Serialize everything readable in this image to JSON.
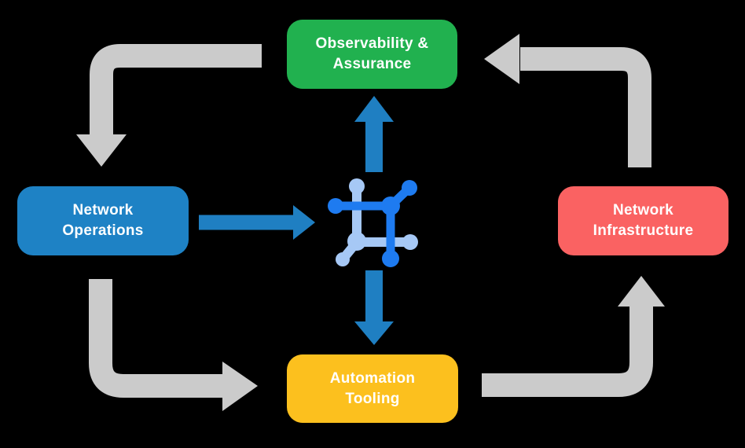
{
  "diagram": {
    "boxes": {
      "observability": {
        "line1": "Observability &",
        "line2": "Assurance",
        "color": "#21B14F"
      },
      "operations": {
        "line1": "Network",
        "line2": "Operations",
        "color": "#1E82C5"
      },
      "infrastructure": {
        "line1": "Network",
        "line2": "Infrastructure",
        "color": "#FA6262"
      },
      "automation": {
        "line1": "Automation",
        "line2": "Tooling",
        "color": "#FCC01E"
      }
    },
    "center_icon": "network-automation-platform-icon",
    "colors": {
      "background": "#000000",
      "box_text": "#FFFFFF",
      "cycle_arrow": "#CBCBCB",
      "flow_arrow": "#1F7FC2",
      "icon_dark_blue": "#1E7BF0",
      "icon_light_blue": "#A6C8F5"
    }
  }
}
